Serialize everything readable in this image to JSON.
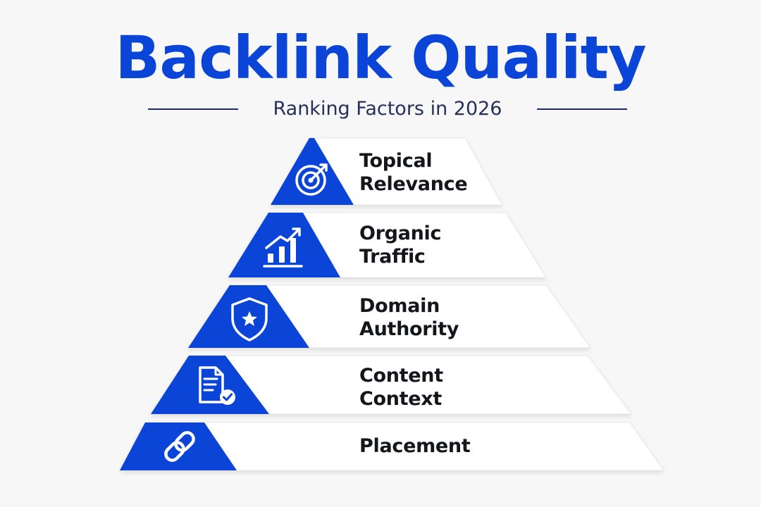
{
  "title": "Backlink Quality",
  "subtitle": "Ranking Factors in 2026",
  "colors": {
    "accent": "#0b45d8",
    "tier_fill": "#ffffff",
    "text": "#14161c"
  },
  "tiers": [
    {
      "line1": "Topical",
      "line2": "Relevance",
      "icon": "target-icon"
    },
    {
      "line1": "Organic",
      "line2": "Traffic",
      "icon": "growth-chart-icon"
    },
    {
      "line1": "Domain",
      "line2": "Authority",
      "icon": "shield-star-icon"
    },
    {
      "line1": "Content",
      "line2": "Context",
      "icon": "document-check-icon"
    },
    {
      "line1": "Placement",
      "line2": "",
      "icon": "chain-link-icon"
    }
  ]
}
